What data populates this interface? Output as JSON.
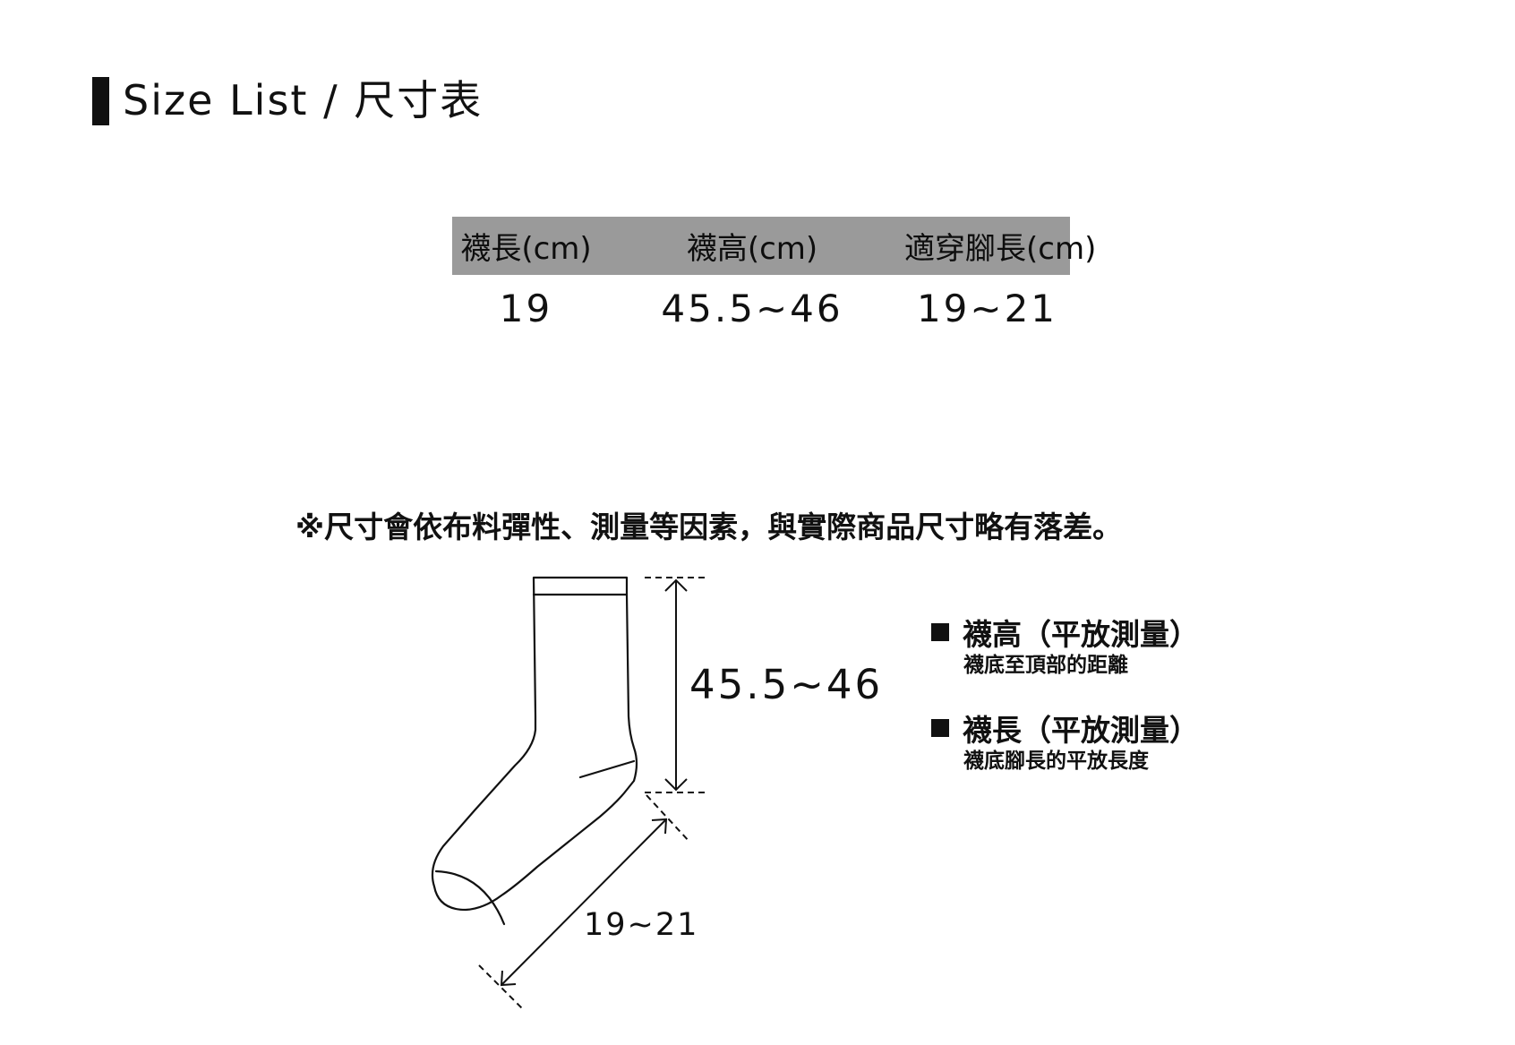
{
  "title": "Size List / 尺寸表",
  "table": {
    "headers": [
      "襪長(cm)",
      "襪高(cm)",
      "適穿腳長(cm)"
    ],
    "rows": [
      [
        "19",
        "45.5~46",
        "19~21"
      ]
    ]
  },
  "notice": "※尺寸會依布料彈性、測量等因素，與實際商品尺寸略有落差。",
  "diagram": {
    "height_label": "45.5~46",
    "length_label": "19~21"
  },
  "legend": [
    {
      "title": "襪高（平放測量）",
      "desc": "襪底至頂部的距離"
    },
    {
      "title": "襪長（平放測量）",
      "desc": "襪底腳長的平放長度"
    }
  ],
  "colors": {
    "header_bg": "#9a9a9a",
    "ink": "#111111"
  }
}
